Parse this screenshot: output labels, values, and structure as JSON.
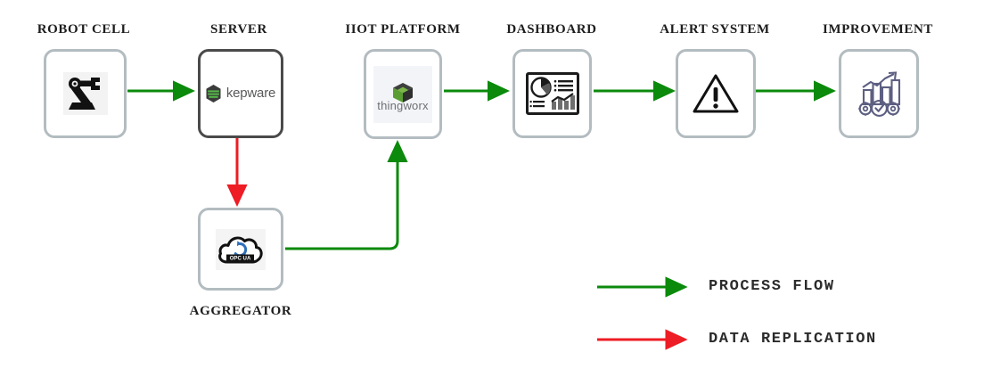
{
  "diagram": {
    "title_row": [
      {
        "id": "robot-cell",
        "label": "ROBOT CELL",
        "icon": "robot-arm-icon"
      },
      {
        "id": "server",
        "label": "SERVER",
        "icon": "kepware-logo-icon"
      },
      {
        "id": "iiot-platform",
        "label": "IIOT PLATFORM",
        "icon": "thingworx-logo-icon"
      },
      {
        "id": "dashboard",
        "label": "DASHBOARD",
        "icon": "dashboard-chart-icon"
      },
      {
        "id": "alert-system",
        "label": "ALERT SYSTEM",
        "icon": "warning-triangle-icon"
      },
      {
        "id": "improvement",
        "label": "IMPROVEMENT",
        "icon": "growth-gears-icon"
      }
    ],
    "secondary_row": [
      {
        "id": "aggregator",
        "label": "AGGREGATOR",
        "icon": "opc-ua-cloud-icon"
      }
    ],
    "brand_text": {
      "kepware": "kepware",
      "thingworx": "thingworx",
      "opc_ua": "OPC UA"
    },
    "legend": [
      {
        "id": "process-flow",
        "label": "PROCESS FLOW",
        "color": "#0b8a0b"
      },
      {
        "id": "data-replication",
        "label": "DATA REPLICATION",
        "color": "#ee1c24"
      }
    ],
    "colors": {
      "process_flow": "#0b8a0b",
      "data_replication": "#ee1c24",
      "node_border": "#b3bcc0",
      "node_border_emphasis": "#4a4a4a",
      "background": "#ffffff",
      "label_text": "#1d1d1d"
    }
  }
}
